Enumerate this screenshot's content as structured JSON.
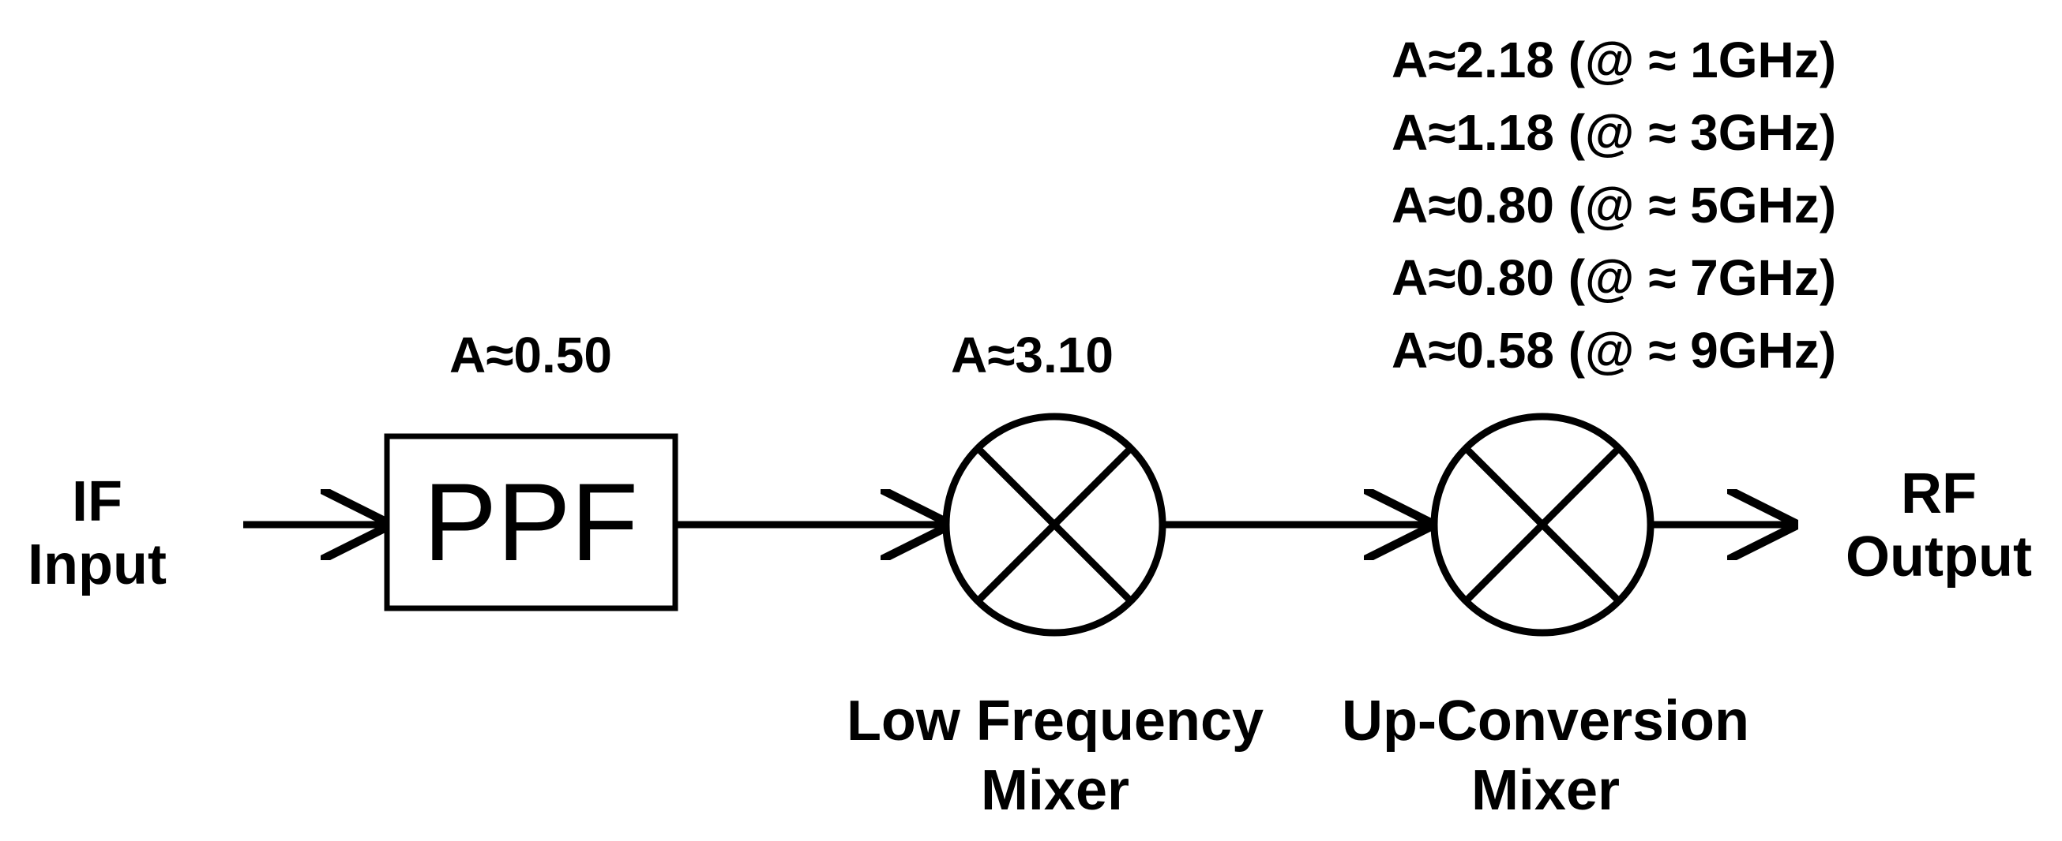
{
  "diagram": {
    "input": {
      "line1": "IF",
      "line2": "Input"
    },
    "output": {
      "line1": "RF",
      "line2": "Output"
    },
    "ppf": {
      "label": "PPF",
      "gain": "A≈0.50"
    },
    "low_frequency_mixer": {
      "gain": "A≈3.10",
      "name_line1": "Low Frequency",
      "name_line2": "Mixer"
    },
    "up_conversion_mixer": {
      "name_line1": "Up-Conversion",
      "name_line2": "Mixer",
      "gains": [
        "A≈2.18 (@ ≈ 1GHz)",
        "A≈1.18 (@ ≈ 3GHz)",
        "A≈0.80 (@ ≈ 5GHz)",
        "A≈0.80 (@ ≈ 7GHz)",
        "A≈0.58 (@ ≈ 9GHz)"
      ]
    },
    "colors": {
      "line": "#000000",
      "background": "#ffffff"
    }
  }
}
